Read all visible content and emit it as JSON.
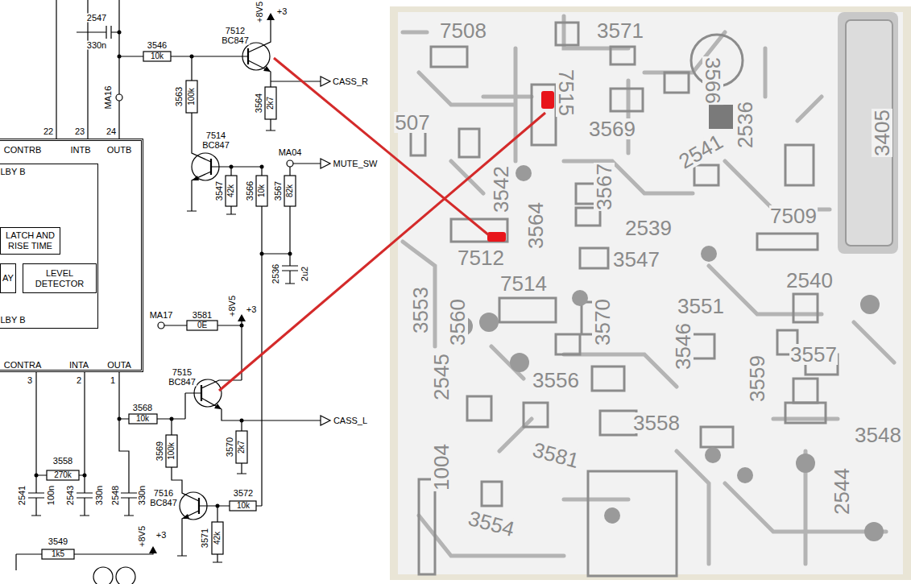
{
  "diagram": {
    "nodes": [
      {
        "text": [
          "CONTRB",
          "INTB",
          "OUTB",
          "CONTRA",
          "INTA",
          "OUTA"
        ]
      },
      {
        "text": [
          "LBY B",
          "LBY B"
        ],
        "in": 0
      },
      {
        "text": [
          "LATCH AND RISE TIME"
        ],
        "in": 1
      },
      {
        "text": [
          "AY"
        ],
        "in": 1
      },
      {
        "text": [
          "LEVEL DETECTOR"
        ],
        "in": 1
      }
    ],
    "labels": [
      "2547",
      "330n",
      "3546",
      "10k",
      "7512",
      "BC847",
      "+8V5",
      "+3",
      "CASS_R",
      "MA16",
      "3563",
      "100k",
      "3564",
      "2k7",
      "22",
      "23",
      "24",
      "7514",
      "BC847",
      "3547",
      "42k",
      "3566",
      "10k",
      "3567",
      "82k",
      "MA04",
      "MUTE_SW",
      "2536",
      "2u2",
      "MA17",
      "3581",
      "0E",
      "+8V5",
      "+3",
      "7515",
      "BC847",
      "CASS_L",
      "3568",
      "10k",
      "3569",
      "100k",
      "3570",
      "2k7",
      "7516",
      "BC847",
      "3572",
      "10k",
      "3571",
      "42k",
      "3558",
      "270k",
      "2541",
      "100n",
      "2543",
      "330n",
      "2548",
      "330n",
      "3549",
      "1k5",
      "+8V5",
      "+3",
      "3",
      "2",
      "1",
      "7508",
      "3571",
      "3566",
      "507",
      "7515",
      "3542",
      "3569",
      "2541",
      "2536",
      "3405",
      "3564",
      "3567",
      "2539",
      "7512",
      "3547",
      "7509",
      "2540",
      "7514",
      "3551",
      "3553",
      "3560",
      "3570",
      "3546",
      "3557",
      "2545",
      "3556",
      "3559",
      "3558",
      "3548",
      "3581",
      "1004",
      "3554",
      "2544"
    ]
  }
}
